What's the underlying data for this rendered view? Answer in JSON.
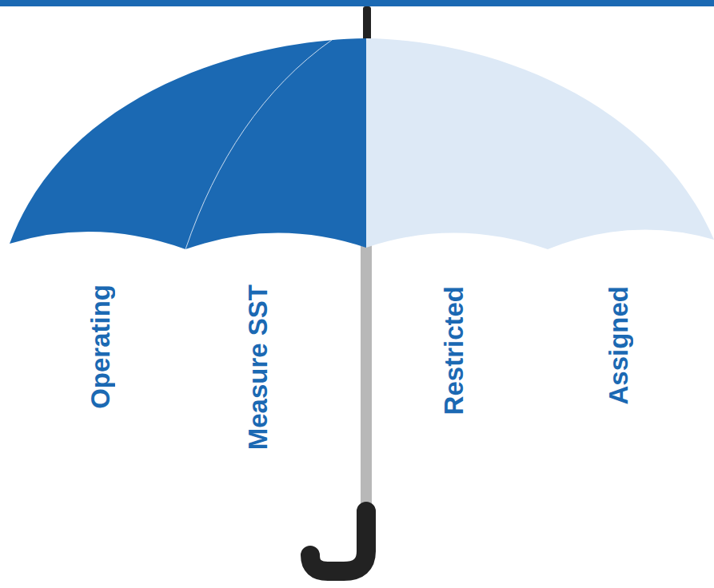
{
  "diagram": {
    "labels": [
      "Operating",
      "Measure SST",
      "Restricted",
      "Assigned"
    ]
  }
}
